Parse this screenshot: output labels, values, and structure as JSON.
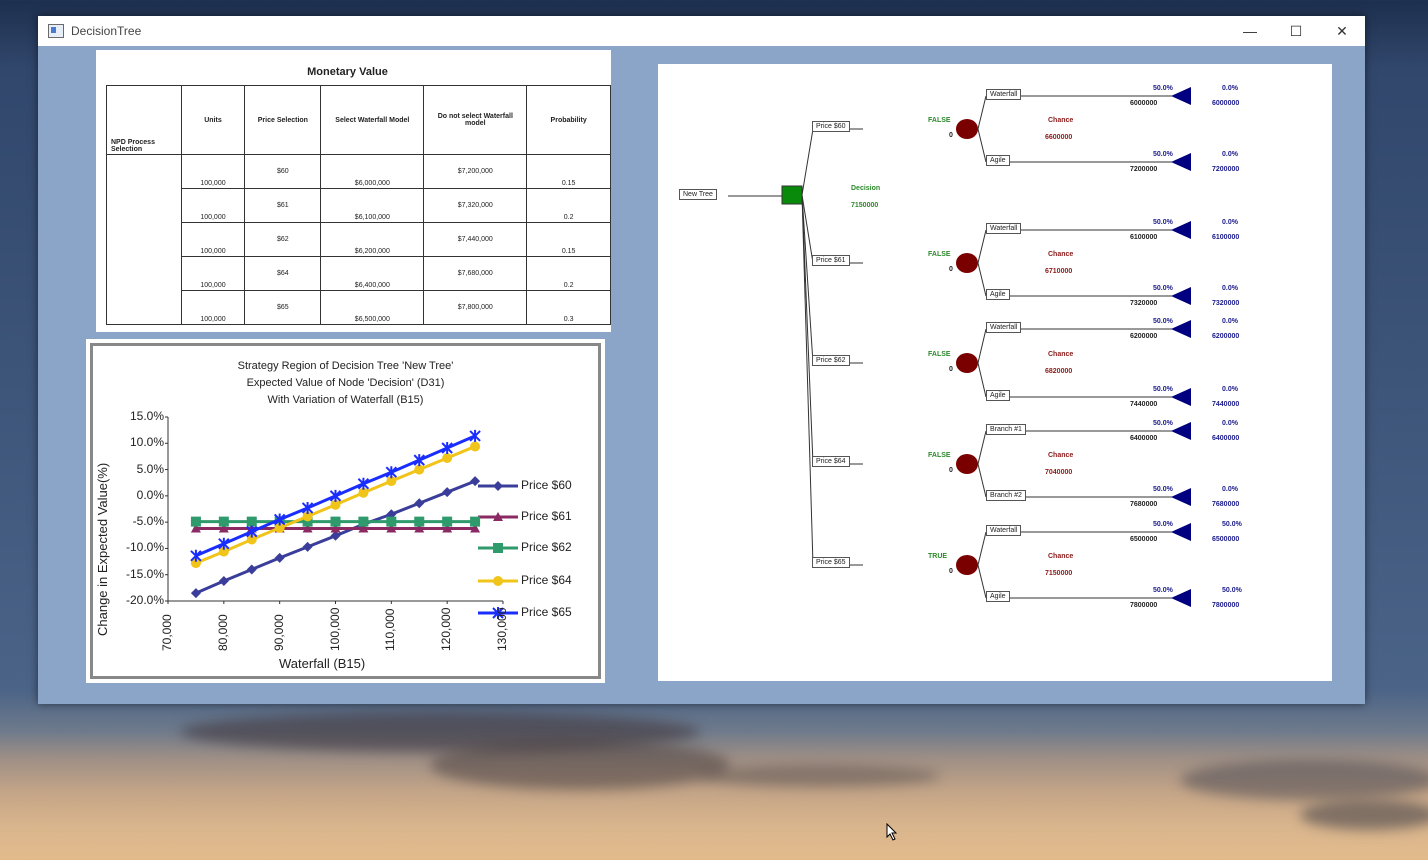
{
  "window": {
    "title": "DecisionTree",
    "minimize_glyph": "—",
    "maximize_glyph": "☐",
    "close_glyph": "✕"
  },
  "table": {
    "title": "Monetary Value",
    "headers": [
      "NPD Process Selection",
      "Units",
      "Price Selection",
      "Select Waterfall Model",
      "Do not select Waterfall model",
      "Probability"
    ],
    "rows": [
      {
        "units": "100,000",
        "price": "$60",
        "waterfall": "$6,000,000",
        "no_waterfall": "$7,200,000",
        "probability": "0.15"
      },
      {
        "units": "100,000",
        "price": "$61",
        "waterfall": "$6,100,000",
        "no_waterfall": "$7,320,000",
        "probability": "0.2"
      },
      {
        "units": "100,000",
        "price": "$62",
        "waterfall": "$6,200,000",
        "no_waterfall": "$7,440,000",
        "probability": "0.15"
      },
      {
        "units": "100,000",
        "price": "$64",
        "waterfall": "$6,400,000",
        "no_waterfall": "$7,680,000",
        "probability": "0.2"
      },
      {
        "units": "100,000",
        "price": "$65",
        "waterfall": "$6,500,000",
        "no_waterfall": "$7,800,000",
        "probability": "0.3"
      }
    ]
  },
  "chart_data": {
    "type": "line",
    "title_lines": [
      "Strategy Region of Decision Tree 'New Tree'",
      "Expected Value of Node 'Decision' (D31)",
      "With Variation of Waterfall (B15)"
    ],
    "xlabel": "Waterfall (B15)",
    "ylabel": "Change in Expected Value(%)",
    "x": [
      75000,
      80000,
      85000,
      90000,
      95000,
      100000,
      105000,
      110000,
      115000,
      120000,
      125000
    ],
    "x_ticks": [
      70000,
      80000,
      90000,
      100000,
      110000,
      120000,
      130000
    ],
    "x_tick_labels": [
      "70,000",
      "80,000",
      "90,000",
      "100,000",
      "110,000",
      "120,000",
      "130,000"
    ],
    "ylim": [
      -20,
      15
    ],
    "y_ticks": [
      15,
      10,
      5,
      0,
      -5,
      -10,
      -15,
      -20
    ],
    "y_tick_labels": [
      "15.0%",
      "10.0%",
      "5.0%",
      "0.0%",
      "-5.0%",
      "-10.0%",
      "-15.0%",
      "-20.0%"
    ],
    "legend_position": "right",
    "series": [
      {
        "name": "Price $60",
        "color": "#3a3d99",
        "marker": "diamond",
        "values": [
          -18.5,
          -16.2,
          -14.0,
          -11.8,
          -9.7,
          -7.6,
          -5.4,
          -3.5,
          -1.4,
          0.7,
          2.8
        ]
      },
      {
        "name": "Price $61",
        "color": "#8b2a62",
        "marker": "triangle",
        "values": [
          -6.2,
          -6.2,
          -6.2,
          -6.2,
          -6.2,
          -6.2,
          -6.2,
          -6.2,
          -6.2,
          -6.2,
          -6.2
        ]
      },
      {
        "name": "Price $62",
        "color": "#2f9a6b",
        "marker": "square",
        "values": [
          -4.9,
          -4.9,
          -4.9,
          -4.9,
          -4.9,
          -4.9,
          -4.9,
          -4.9,
          -4.9,
          -4.9,
          -4.9
        ]
      },
      {
        "name": "Price $64",
        "color": "#f0c419",
        "marker": "circle",
        "values": [
          -12.8,
          -10.6,
          -8.3,
          -6.1,
          -3.9,
          -1.7,
          0.6,
          2.8,
          5.0,
          7.2,
          9.4
        ]
      },
      {
        "name": "Price $65",
        "color": "#1a2dff",
        "marker": "star",
        "values": [
          -11.4,
          -9.1,
          -6.8,
          -4.5,
          -2.3,
          0.0,
          2.3,
          4.5,
          6.8,
          9.1,
          11.4
        ]
      }
    ]
  },
  "tree": {
    "root_label": "New Tree",
    "decision_label": "Decision",
    "decision_value": "7150000",
    "branches": [
      {
        "label": "Price $60",
        "flag": "FALSE",
        "zero": "0",
        "chance": "Chance",
        "chance_value": "6600000",
        "outcomes": [
          {
            "label": "Waterfall",
            "pct": "50.0%",
            "val": "6000000",
            "prob": "0.0%",
            "pval": "6000000"
          },
          {
            "label": "Agile",
            "pct": "50.0%",
            "val": "7200000",
            "prob": "0.0%",
            "pval": "7200000"
          }
        ]
      },
      {
        "label": "Price $61",
        "flag": "FALSE",
        "zero": "0",
        "chance": "Chance",
        "chance_value": "6710000",
        "outcomes": [
          {
            "label": "Waterfall",
            "pct": "50.0%",
            "val": "6100000",
            "prob": "0.0%",
            "pval": "6100000"
          },
          {
            "label": "Agile",
            "pct": "50.0%",
            "val": "7320000",
            "prob": "0.0%",
            "pval": "7320000"
          }
        ]
      },
      {
        "label": "Price $62",
        "flag": "FALSE",
        "zero": "0",
        "chance": "Chance",
        "chance_value": "6820000",
        "outcomes": [
          {
            "label": "Waterfall",
            "pct": "50.0%",
            "val": "6200000",
            "prob": "0.0%",
            "pval": "6200000"
          },
          {
            "label": "Agile",
            "pct": "50.0%",
            "val": "7440000",
            "prob": "0.0%",
            "pval": "7440000"
          }
        ]
      },
      {
        "label": "Price $64",
        "flag": "FALSE",
        "zero": "0",
        "chance": "Chance",
        "chance_value": "7040000",
        "outcomes": [
          {
            "label": "Branch #1",
            "pct": "50.0%",
            "val": "6400000",
            "prob": "0.0%",
            "pval": "6400000"
          },
          {
            "label": "Branch #2",
            "pct": "50.0%",
            "val": "7680000",
            "prob": "0.0%",
            "pval": "7680000"
          }
        ]
      },
      {
        "label": "Price $65",
        "flag": "TRUE",
        "zero": "0",
        "chance": "Chance",
        "chance_value": "7150000",
        "outcomes": [
          {
            "label": "Waterfall",
            "pct": "50.0%",
            "val": "6500000",
            "prob": "50.0%",
            "pval": "6500000"
          },
          {
            "label": "Agile",
            "pct": "50.0%",
            "val": "7800000",
            "prob": "50.0%",
            "pval": "7800000"
          }
        ]
      }
    ]
  },
  "colors": {
    "window_bg": "#8aa5c8",
    "decision_node": "#0a8a0a",
    "chance_node": "#7a0000",
    "terminal_node": "#000080"
  }
}
